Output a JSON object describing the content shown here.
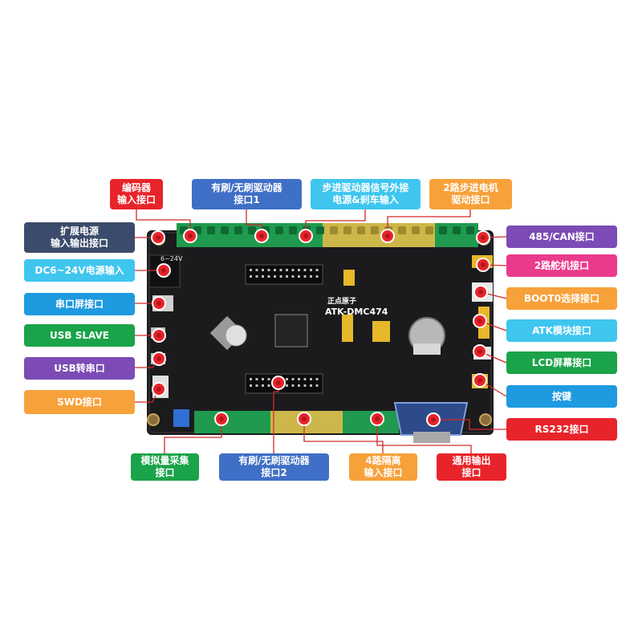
{
  "board": {
    "logo_text": "正点原子",
    "model": "ATK-DMC474",
    "power_text": "6~24V"
  },
  "callouts": [
    {
      "id": "encoder",
      "text": "编码器\n输入接口",
      "color": "#e8242b"
    },
    {
      "id": "brush-driver-1",
      "text": "有刷/无刷驱动器\n接口1",
      "color": "#3f6fc6"
    },
    {
      "id": "stepper-signal",
      "text": "步进驱动器信号外接\n电源&刹车输入",
      "color": "#3fc6ef"
    },
    {
      "id": "stepper-2way",
      "text": "2路步进电机\n驱动接口",
      "color": "#f7a13a"
    },
    {
      "id": "ext-power",
      "text": "扩展电源\n输入输出接口",
      "color": "#3b4b6b"
    },
    {
      "id": "dc-power",
      "text": "DC6~24V电源输入",
      "color": "#3fc6ef"
    },
    {
      "id": "serial-screen",
      "text": "串口屏接口",
      "color": "#1e9ae0"
    },
    {
      "id": "usb-slave",
      "text": "USB SLAVE",
      "color": "#1aa348"
    },
    {
      "id": "usb-serial",
      "text": "USB转串口",
      "color": "#7c4bb5"
    },
    {
      "id": "swd",
      "text": "SWD接口",
      "color": "#f7a13a"
    },
    {
      "id": "rs485-can",
      "text": "485/CAN接口",
      "color": "#7c4bb5"
    },
    {
      "id": "servo",
      "text": "2路舵机接口",
      "color": "#ea3a8c"
    },
    {
      "id": "boot0",
      "text": "BOOT0选择接口",
      "color": "#f7a13a"
    },
    {
      "id": "atk-module",
      "text": "ATK模块接口",
      "color": "#3fc6ef"
    },
    {
      "id": "lcd",
      "text": "LCD屏幕接口",
      "color": "#1aa348"
    },
    {
      "id": "key",
      "text": "按键",
      "color": "#1e9ae0"
    },
    {
      "id": "rs232",
      "text": "RS232接口",
      "color": "#e8242b"
    },
    {
      "id": "analog",
      "text": "模拟量采集\n接口",
      "color": "#1aa348"
    },
    {
      "id": "brush-driver-2",
      "text": "有刷/无刷驱动器\n接口2",
      "color": "#3f6fc6"
    },
    {
      "id": "isolated-input",
      "text": "4路隔离\n输入接口",
      "color": "#f7a13a"
    },
    {
      "id": "general-output",
      "text": "通用输出\n接口",
      "color": "#e8242b"
    }
  ]
}
